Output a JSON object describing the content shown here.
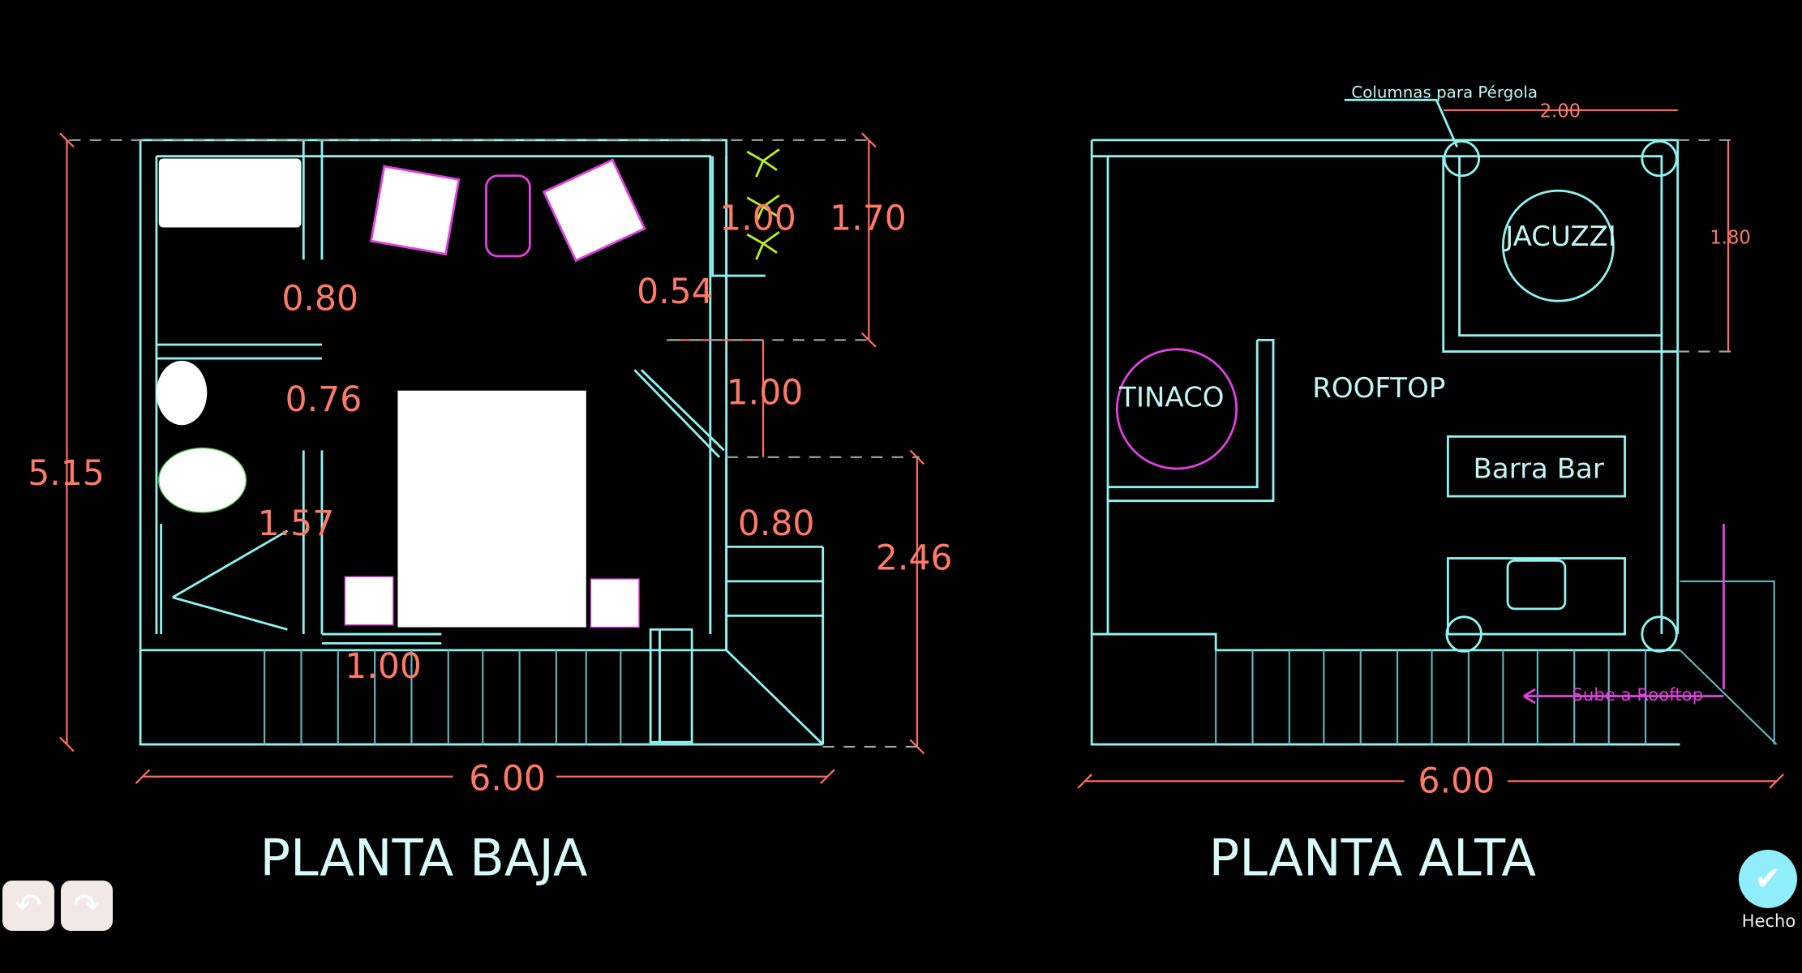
{
  "plans": {
    "ground": {
      "title": "PLANTA BAJA",
      "dims": [
        "5.15",
        "0.80",
        "0.76",
        "1.57",
        "1.00",
        "6.00",
        "1.00",
        "0.54",
        "1.70",
        "1.00",
        "0.80",
        "2.46"
      ]
    },
    "upper": {
      "title": "PLANTA ALTA",
      "labels": {
        "columns": "Columnas para Pérgola",
        "jacuzzi": "JACUZZI",
        "tinaco": "TINACO",
        "rooftop": "ROOFTOP",
        "bar": "Barra Bar",
        "stairs": "Sube a  Rooftop"
      },
      "dims": [
        "2.00",
        "1.80",
        "6.00"
      ]
    }
  },
  "toolbar": {
    "undo_icon": "undo-arrow",
    "redo_icon": "redo-arrow",
    "done_icon": "check-icon",
    "done_label": "Hecho"
  },
  "colors": {
    "walls": "#8ef3f0",
    "dimensions": "#ff6b5c",
    "furniture": "#e23fe0",
    "background": "#000000"
  }
}
